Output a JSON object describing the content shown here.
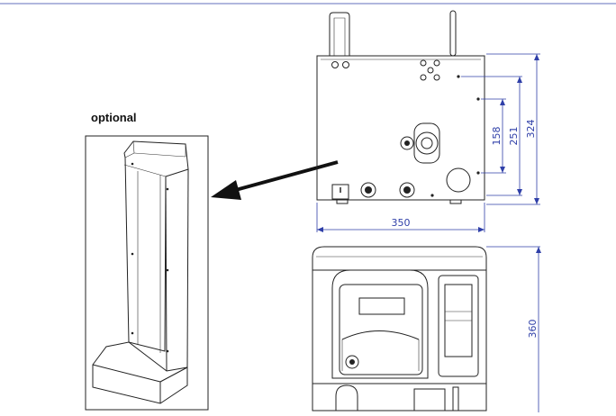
{
  "optional_label": "optional",
  "dimensions": {
    "width_bottom": "350",
    "height_outer": "324",
    "height_mid": "251",
    "height_inner": "158",
    "height_front": "360"
  },
  "colors": {
    "dimension": "#2f3fa8",
    "lines": "#222222",
    "arrow": "#111111"
  }
}
